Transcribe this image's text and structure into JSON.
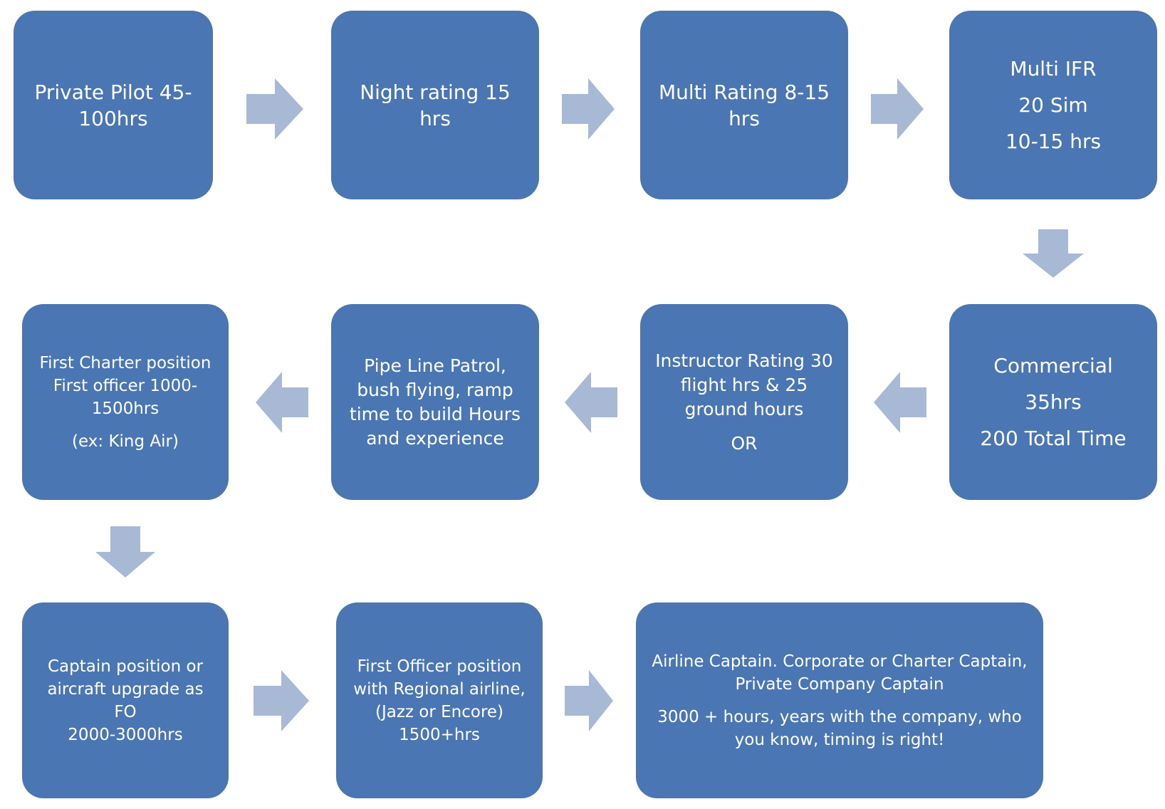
{
  "steps": {
    "private_pilot": {
      "paras": [
        [
          "Private Pilot 45-",
          "100hrs"
        ]
      ]
    },
    "night_rating": {
      "paras": [
        [
          "Night rating 15 hrs"
        ]
      ]
    },
    "multi_rating": {
      "paras": [
        [
          "Multi Rating 8-15",
          "hrs"
        ]
      ]
    },
    "multi_ifr": {
      "paras": [
        [
          "Multi IFR"
        ],
        [
          "20 Sim"
        ],
        [
          "10-15 hrs"
        ]
      ]
    },
    "commercial": {
      "paras": [
        [
          "Commercial"
        ],
        [
          "35hrs"
        ],
        [
          "200 Total Time"
        ]
      ]
    },
    "instructor_rating": {
      "paras": [
        [
          "Instructor Rating 30",
          "flight hrs & 25",
          "ground hours"
        ],
        [
          "OR"
        ]
      ]
    },
    "pipeline_patrol": {
      "paras": [
        [
          "Pipe Line Patrol,",
          "bush flying, ramp",
          "time to build Hours",
          "and experience"
        ]
      ]
    },
    "first_charter": {
      "paras": [
        [
          "First Charter position",
          "First officer 1000-",
          "1500hrs"
        ],
        [
          "(ex: King Air)"
        ]
      ]
    },
    "captain_position": {
      "paras": [
        [
          "Captain position or",
          "aircraft upgrade as FO",
          "2000-3000hrs"
        ]
      ]
    },
    "first_officer_regional": {
      "paras": [
        [
          "First Officer position",
          "with Regional airline,",
          "(Jazz or Encore)",
          "1500+hrs"
        ]
      ]
    },
    "airline_captain": {
      "paras": [
        [
          "Airline Captain. Corporate or Charter Captain,",
          "Private Company Captain"
        ],
        [
          "3000 + hours, years with the company, who",
          "you know, timing is right!"
        ]
      ]
    }
  },
  "colors": {
    "box_fill": "#4a77b4",
    "box_text": "#ffffff",
    "arrow_fill": "#a8b9d5",
    "background": "#ffffff"
  }
}
